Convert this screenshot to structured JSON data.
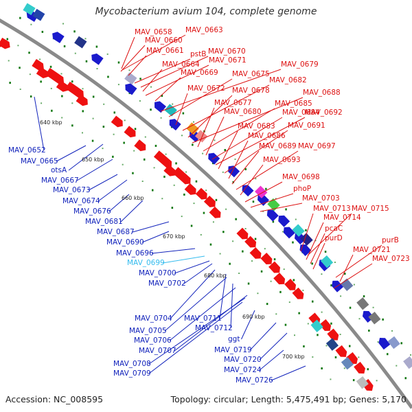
{
  "title": "Mycobacterium avium 104, complete genome",
  "accession_text": "Accession: NC_008595",
  "topology_text": "Topology: circular; Length: 5,475,491 bp; Genes: 5,170",
  "colors": {
    "forward_label": "#dd1111",
    "reverse_label": "#1122bb",
    "highlight_label": "#33bbee",
    "backbone": "#8a8a8a",
    "dot_dark": "#117711",
    "dot_light": "#66aa66",
    "forward_feature": "#ee1111",
    "reverse_feature": "#1a1acc"
  },
  "ticks": [
    "640 kbp",
    "650 kbp",
    "660 kbp",
    "670 kbp",
    "680 kbp",
    "690 kbp",
    "700 kbp"
  ],
  "forward_labels": [
    "MAV_0658",
    "MAV_0663",
    "MAV_0660",
    "MAV_0661",
    "pstB",
    "MAV_0670",
    "MAV_0664",
    "MAV_0671",
    "MAV_0669",
    "MAV_0679",
    "MAV_0675",
    "MAV_0672",
    "MAV_0682",
    "MAV_0678",
    "MAV_0688",
    "MAV_0677",
    "MAV_0685",
    "MAV_0680",
    "MAV_0684",
    "MAV_0692",
    "MAV_0683",
    "MAV_0691",
    "MAV_0686",
    "MAV_0689",
    "MAV_0697",
    "MAV_0693",
    "MAV_0698",
    "phoP",
    "MAV_0703",
    "MAV_0713",
    "MAV_0715",
    "MAV_0714",
    "pcaC",
    "purD",
    "purB",
    "MAV_0721",
    "MAV_0723"
  ],
  "reverse_labels": [
    "MAV_0652",
    "MAV_0665",
    "otsA",
    "MAV_0667",
    "MAV_0673",
    "MAV_0674",
    "MAV_0676",
    "MAV_0681",
    "MAV_0687",
    "MAV_0690",
    "MAV_0696",
    "MAV_0699",
    "MAV_0700",
    "MAV_0702",
    "MAV_0704",
    "MAV_0711",
    "MAV_0705",
    "MAV_0712",
    "MAV_0706",
    "MAV_0707",
    "MAV_0708",
    "MAV_0709",
    "ggt",
    "MAV_0719",
    "MAV_0720",
    "MAV_0724",
    "MAV_0726"
  ]
}
